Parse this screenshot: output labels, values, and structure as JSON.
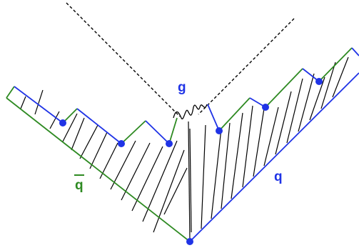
{
  "labels": {
    "g": "g",
    "q": "q",
    "q_bar": "q"
  },
  "colors": {
    "blue": "#1f33e6",
    "green": "#2e8a22",
    "black": "#000000",
    "dot": "#1f33e6"
  }
}
